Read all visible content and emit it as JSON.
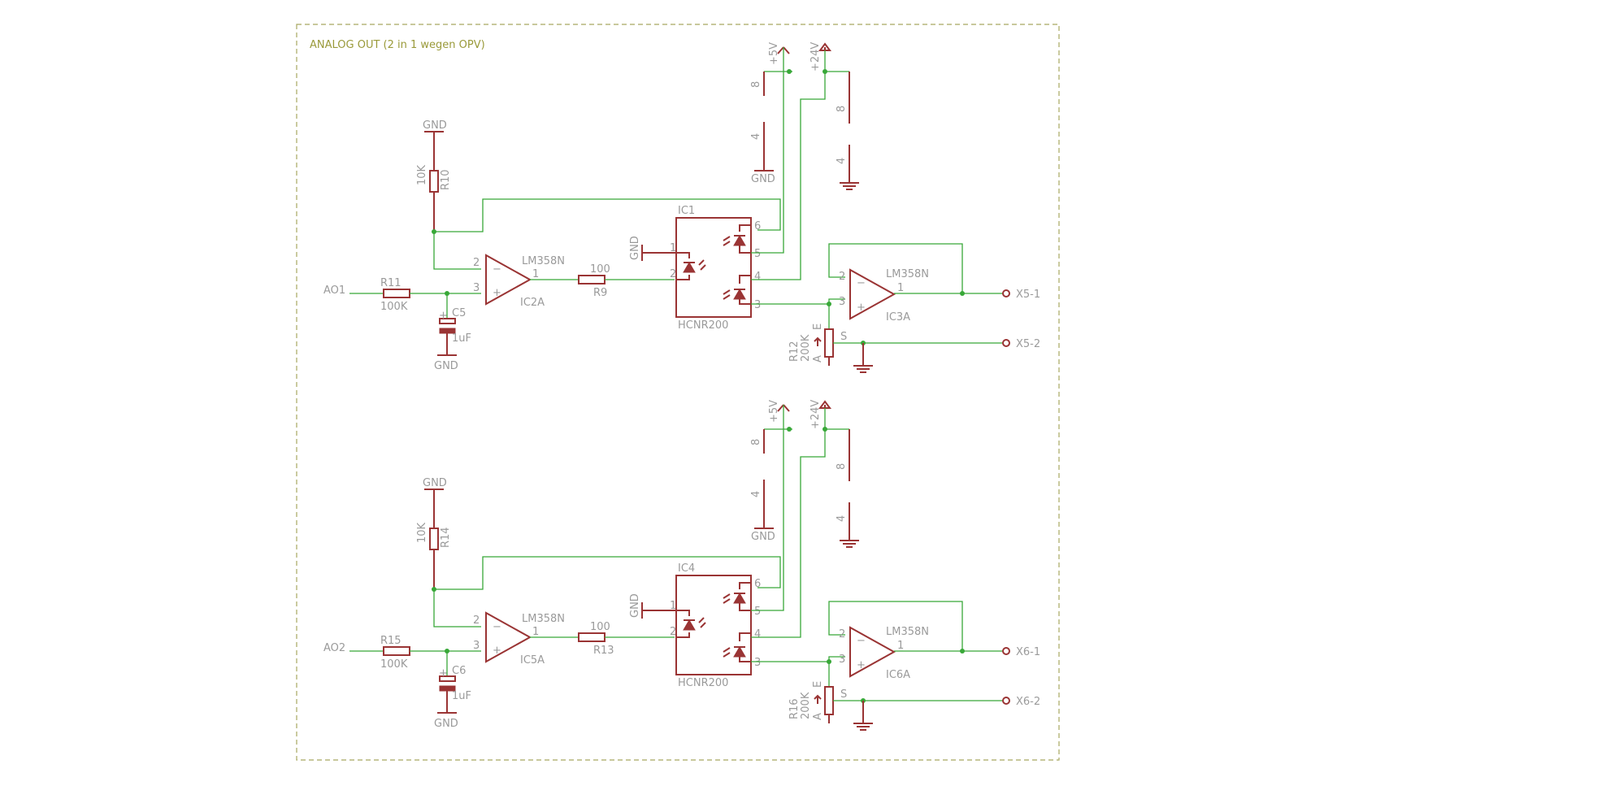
{
  "title": "ANALOG OUT (2 in 1 wegen OPV)",
  "colors": {
    "wire": "#38a838",
    "part": "#9a3434",
    "label": "#9a9a9a",
    "frame": "#a8a860"
  },
  "supply": {
    "v5": "+5V",
    "v24": "+24V",
    "pin8": "8",
    "pin4": "4",
    "gnd": "GND"
  },
  "channels": [
    {
      "input": "AO1",
      "r_in": {
        "name": "R11",
        "value": "100K"
      },
      "cap": {
        "name": "C5",
        "value": "1uF",
        "gnd": "GND"
      },
      "r_pull": {
        "name": "R10",
        "value": "10K",
        "gnd": "GND"
      },
      "op1": {
        "name": "IC2A",
        "type": "LM358N",
        "pin_minus": "2",
        "pin_plus": "3",
        "pin_out": "1"
      },
      "r_ser": {
        "name": "R9",
        "value": "100"
      },
      "opto": {
        "name": "IC1",
        "type": "HCNR200",
        "gnd": "GND",
        "p1": "1",
        "p2": "2",
        "p3": "3",
        "p4": "4",
        "p5": "5",
        "p6": "6"
      },
      "op2": {
        "name": "IC3A",
        "type": "LM358N",
        "pin_minus": "2",
        "pin_plus": "3",
        "pin_out": "1"
      },
      "pot": {
        "name": "R12",
        "value": "200K",
        "e": "E",
        "a": "A",
        "s": "S"
      },
      "out1": "X5-1",
      "out2": "X5-2"
    },
    {
      "input": "AO2",
      "r_in": {
        "name": "R15",
        "value": "100K"
      },
      "cap": {
        "name": "C6",
        "value": "1uF",
        "gnd": "GND"
      },
      "r_pull": {
        "name": "R14",
        "value": "10K",
        "gnd": "GND"
      },
      "op1": {
        "name": "IC5A",
        "type": "LM358N",
        "pin_minus": "2",
        "pin_plus": "3",
        "pin_out": "1"
      },
      "r_ser": {
        "name": "R13",
        "value": "100"
      },
      "opto": {
        "name": "IC4",
        "type": "HCNR200",
        "gnd": "GND",
        "p1": "1",
        "p2": "2",
        "p3": "3",
        "p4": "4",
        "p5": "5",
        "p6": "6"
      },
      "op2": {
        "name": "IC6A",
        "type": "LM358N",
        "pin_minus": "2",
        "pin_plus": "3",
        "pin_out": "1"
      },
      "pot": {
        "name": "R16",
        "value": "200K",
        "e": "E",
        "a": "A",
        "s": "S"
      },
      "out1": "X6-1",
      "out2": "X6-2"
    }
  ]
}
